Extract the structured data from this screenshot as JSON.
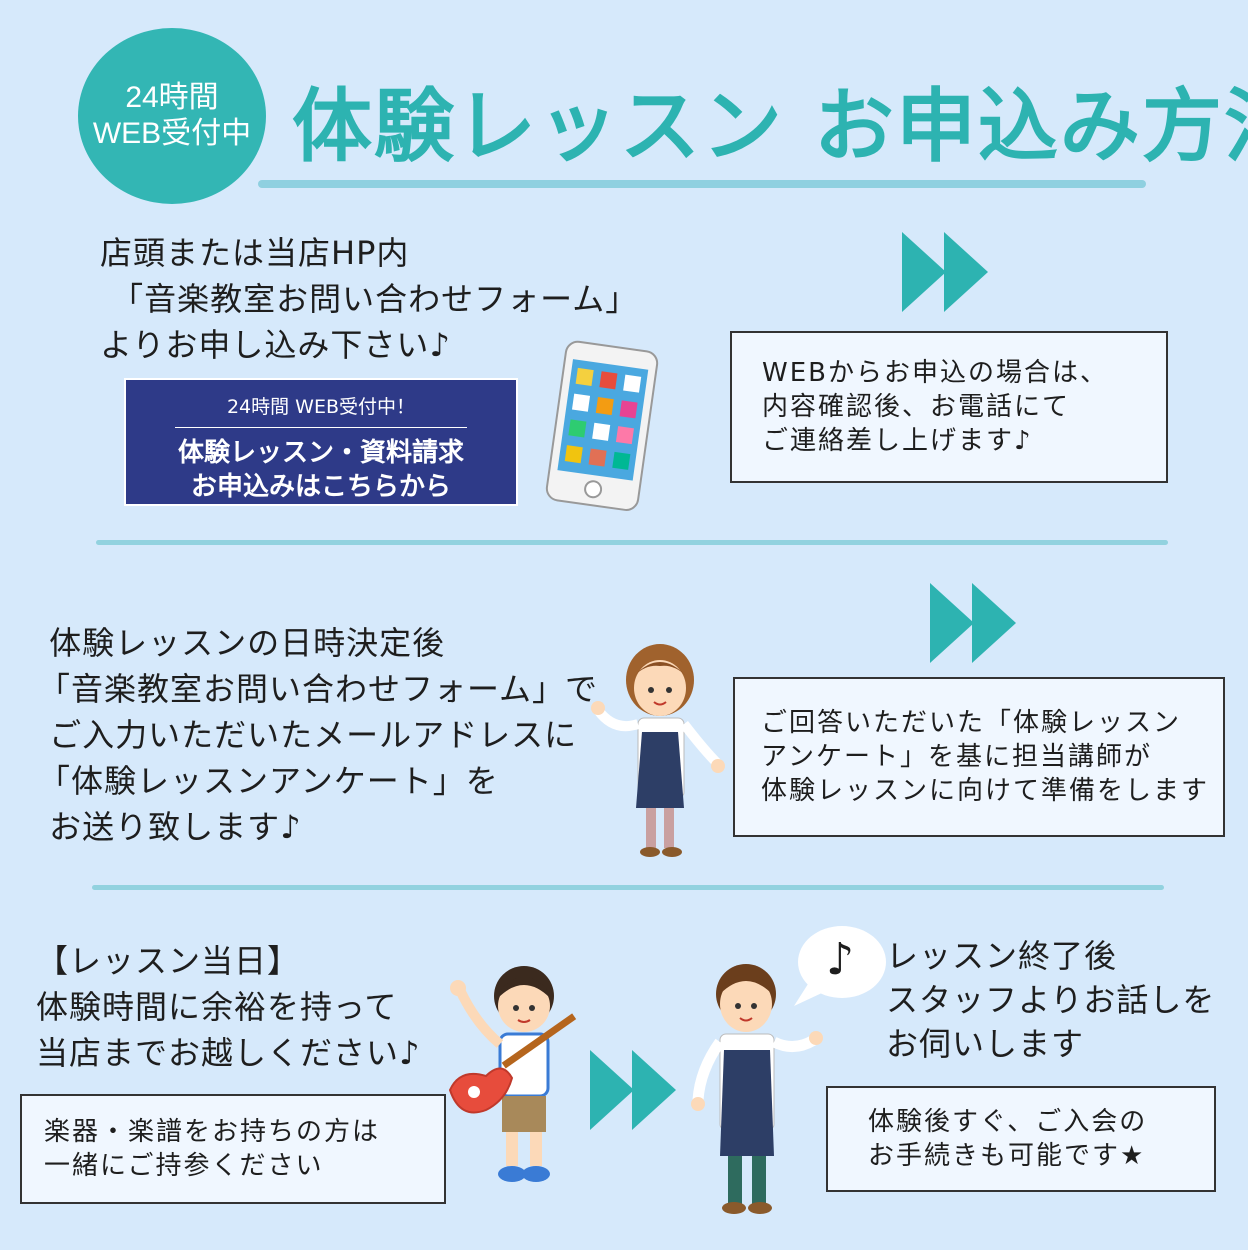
{
  "header": {
    "badge_line1": "24時間",
    "badge_line2": "WEB受付中",
    "title": "体験レッスン お申込み方法"
  },
  "step1": {
    "text": "店頭または当店HP内\n 「音楽教室お問い合わせフォーム」\nよりお申し込み下さい♪",
    "button": {
      "small": "24時間 WEB受付中！",
      "line1": "体験レッスン・資料請求",
      "line2": "お申込みはこちらから"
    },
    "note": "WEBからお申込の場合は、\n内容確認後、お電話にて\nご連絡差し上げます♪"
  },
  "step2": {
    "text": " 体験レッスンの日時決定後\n「音楽教室お問い合わせフォーム」で\n ご入力いただいたメールアドレスに\n「体験レッスンアンケート」を\n お送り致します♪",
    "note": "ご回答いただいた「体験レッスン\nアンケート」を基に担当講師が\n体験レッスンに向けて準備をします"
  },
  "step3": {
    "text": "【レッスン当日】\n体験時間に余裕を持って\n当店までお越しください♪",
    "note_left": "楽器・楽譜をお持ちの方は\n一緒にご持参ください",
    "speech": "レッスン終了後\nスタッフよりお話しを\nお伺いします",
    "bubble_icon": "♪",
    "note_right": "体験後すぐ、ご入会の\nお手続きも可能です★"
  },
  "colors": {
    "teal": "#2db3b1",
    "background": "#d6e9fb",
    "navy_button": "#2e3a88"
  },
  "icons": [
    "fast-forward-icon",
    "smartphone-icon",
    "music-note-icon"
  ]
}
